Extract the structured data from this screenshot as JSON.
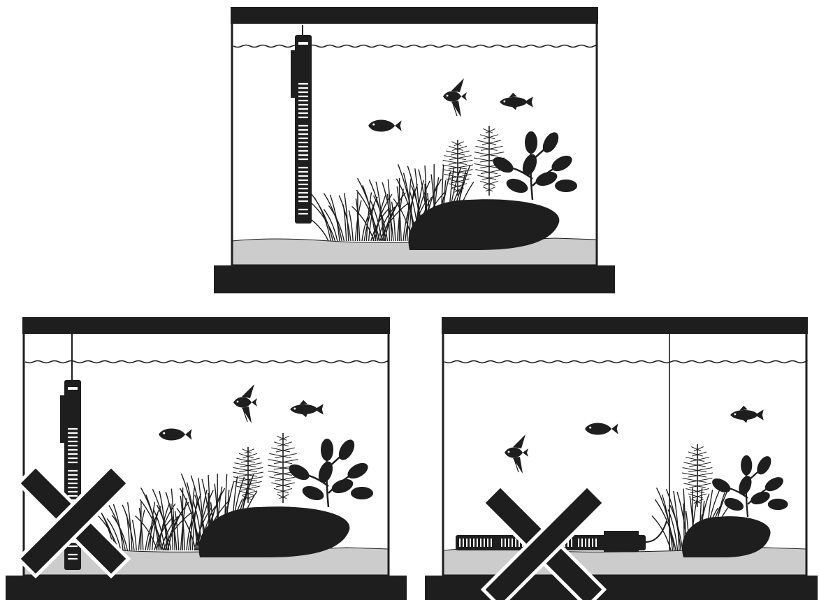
{
  "figure": {
    "panels": [
      {
        "id": "correct",
        "heater_orientation": "vertical-clear-of-gravel",
        "divider": false,
        "marked_incorrect": false
      },
      {
        "id": "wrong-bottom",
        "heater_orientation": "vertical-touching-gravel",
        "divider": false,
        "marked_incorrect": true
      },
      {
        "id": "wrong-horizontal",
        "heater_orientation": "horizontal-on-gravel",
        "divider": true,
        "marked_incorrect": true
      }
    ],
    "colors": {
      "ink": "#1e1e1e",
      "gravel": "#cccccc",
      "glass": "#ffffff",
      "heater_slot": "#ffffff"
    },
    "icons": [
      "aquarium-icon",
      "heater-icon",
      "fish-icon",
      "angelfish-icon",
      "plant-icon",
      "rock-icon",
      "cross-mark-icon"
    ]
  }
}
